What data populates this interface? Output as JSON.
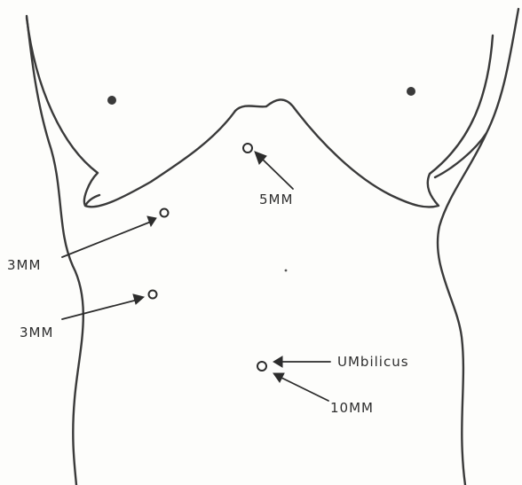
{
  "diagram": {
    "labels": {
      "port_5mm": "5MM",
      "port_3mm_upper": "3MM",
      "port_3mm_lower": "3MM",
      "umbilicus": "UMbilicus",
      "port_10mm": "10MM"
    }
  }
}
